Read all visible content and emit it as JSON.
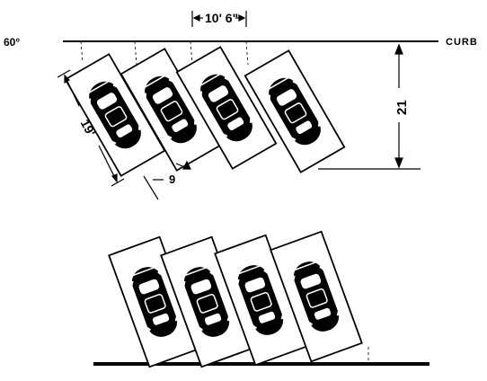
{
  "labels": {
    "angle": "60°",
    "curb": "CURB",
    "stall_spacing": "10' 6\"",
    "stall_length": "19'",
    "stall_width": "9",
    "row_depth": "21"
  },
  "stalls_per_row": 4,
  "colors": {
    "ink": "#000000",
    "paper": "#ffffff"
  }
}
